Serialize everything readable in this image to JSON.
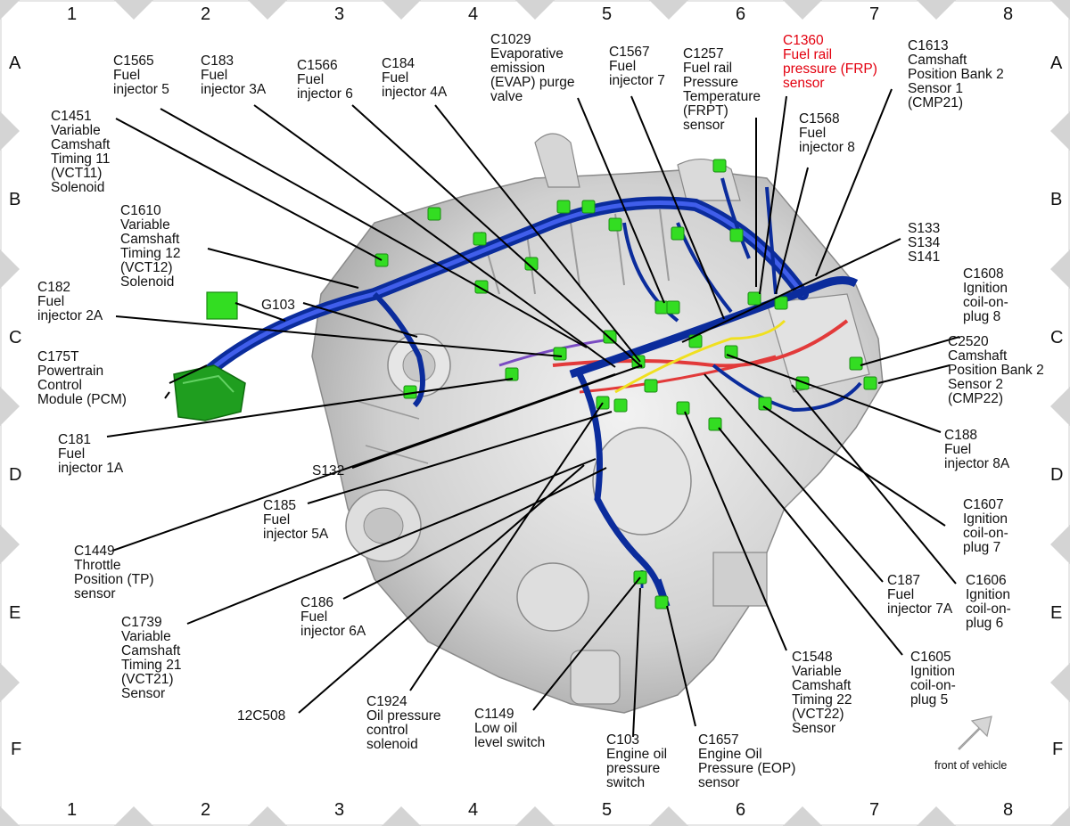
{
  "grid": {
    "columns": [
      "1",
      "2",
      "3",
      "4",
      "5",
      "6",
      "7",
      "8"
    ],
    "rows": [
      "A",
      "B",
      "C",
      "D",
      "E",
      "F"
    ]
  },
  "labels": {
    "c1565": "C1565\nFuel\ninjector 5",
    "c183": "C183\nFuel\ninjector 3A",
    "c1566": "C1566\nFuel\ninjector 6",
    "c184": "C184\nFuel\ninjector 4A",
    "c1029": "C1029\nEvaporative\nemission\n(EVAP) purge\nvalve",
    "c1567": "C1567\nFuel\ninjector 7",
    "c1257": "C1257\nFuel rail\nPressure\nTemperature\n(FRPT)\nsensor",
    "c1360": "C1360\nFuel rail\npressure (FRP)\nsensor",
    "c1613": "C1613\nCamshaft\nPosition Bank 2\nSensor 1\n(CMP21)",
    "c1451": "C1451\nVariable\nCamshaft\nTiming 11\n(VCT11)\nSolenoid",
    "c1568": "C1568\nFuel\ninjector 8",
    "c1610": "C1610\nVariable\nCamshaft\nTiming 12\n(VCT12)\nSolenoid",
    "s133": "S133\nS134\nS141",
    "c182": "C182\nFuel\ninjector 2A",
    "g103": "G103",
    "c1608": "C1608\nIgnition\ncoil-on-\nplug 8",
    "c175t": "C175T\nPowertrain\nControl\nModule (PCM)",
    "c2520": "C2520\nCamshaft\nPosition Bank 2\nSensor 2\n(CMP22)",
    "c181": "C181\nFuel\ninjector 1A",
    "c188": "C188\nFuel\ninjector 8A",
    "s132": "S132",
    "c185": "C185\nFuel\ninjector 5A",
    "c1607": "C1607\nIgnition\ncoil-on-\nplug 7",
    "c1449": "C1449\nThrottle\nPosition (TP)\nsensor",
    "c186": "C186\nFuel\ninjector 6A",
    "c187": "C187\nFuel\ninjector 7A",
    "c1606": "C1606\nIgnition\ncoil-on-\nplug 6",
    "c1739": "C1739\nVariable\nCamshaft\nTiming 21\n(VCT21)\nSensor",
    "c1548": "C1548\nVariable\nCamshaft\nTiming 22\n(VCT22)\nSensor",
    "c1605": "C1605\nIgnition\ncoil-on-\nplug 5",
    "c12c508": "12C508",
    "c1924": "C1924\nOil pressure\ncontrol\nsolenoid",
    "c1149": "C1149\nLow oil\nlevel switch",
    "c103": "C103\nEngine oil\npressure\nswitch",
    "c1657": "C1657\nEngine Oil\nPressure (EOP)\nsensor"
  },
  "footer": {
    "front_of_vehicle": "front of vehicle"
  },
  "colors": {
    "highlight_label": "#e3000f",
    "harness": "#1133aa",
    "connector": "#33dd22",
    "engine": "#c8c8c8",
    "grid_marker": "#d3d3d3"
  }
}
